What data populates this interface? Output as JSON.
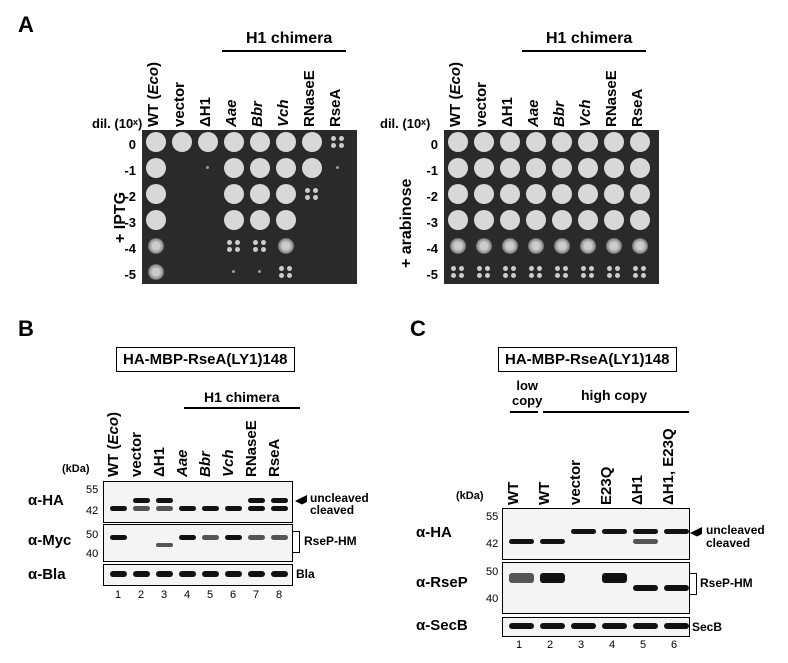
{
  "panel_a": {
    "letter": "A",
    "chimera_header": "H1 chimera",
    "dilution_label": "dil. (10ˣ)",
    "rows": [
      "0",
      "-1",
      "-2",
      "-3",
      "-4",
      "-5"
    ],
    "columns_left": [
      "WT (Eco)",
      "vector",
      "ΔH1",
      "Aae",
      "Bbr",
      "Vch",
      "RNaseE",
      "RseA"
    ],
    "columns_right": [
      "WT (Eco)",
      "vector",
      "ΔH1",
      "Aae",
      "Bbr",
      "Vch",
      "RNaseE",
      "RseA"
    ],
    "condition_left": "+ IPTG",
    "condition_right": "+ arabinose"
  },
  "panel_b": {
    "letter": "B",
    "construct": "HA-MBP-RseA(LY1)148",
    "chimera_header": "H1 chimera",
    "kda_label": "(kDa)",
    "columns": [
      "WT (Eco)",
      "vector",
      "ΔH1",
      "Aae",
      "Bbr",
      "Vch",
      "RNaseE",
      "RseA"
    ],
    "blots": [
      {
        "label": "α-HA",
        "markers": [
          "55",
          "42"
        ],
        "side": [
          "uncleaved",
          "cleaved"
        ]
      },
      {
        "label": "α-Myc",
        "markers": [
          "50",
          "40"
        ],
        "side": [
          "RseP-HM"
        ]
      },
      {
        "label": "α-Bla",
        "markers": [],
        "side": [
          "Bla"
        ]
      }
    ],
    "lane_numbers": [
      "1",
      "2",
      "3",
      "4",
      "5",
      "6",
      "7",
      "8"
    ]
  },
  "panel_c": {
    "letter": "C",
    "construct": "HA-MBP-RseA(LY1)148",
    "low_copy": "low\ncopy",
    "high_copy": "high copy",
    "kda_label": "(kDa)",
    "columns": [
      "WT",
      "WT",
      "vector",
      "E23Q",
      "ΔH1",
      "ΔH1, E23Q"
    ],
    "blots": [
      {
        "label": "α-HA",
        "markers": [
          "55",
          "42"
        ],
        "side": [
          "uncleaved",
          "cleaved"
        ]
      },
      {
        "label": "α-RseP",
        "markers": [
          "50",
          "40"
        ],
        "side": [
          "RseP-HM"
        ]
      },
      {
        "label": "α-SecB",
        "markers": [],
        "side": [
          "SecB"
        ]
      }
    ],
    "lane_numbers": [
      "1",
      "2",
      "3",
      "4",
      "5",
      "6"
    ]
  }
}
